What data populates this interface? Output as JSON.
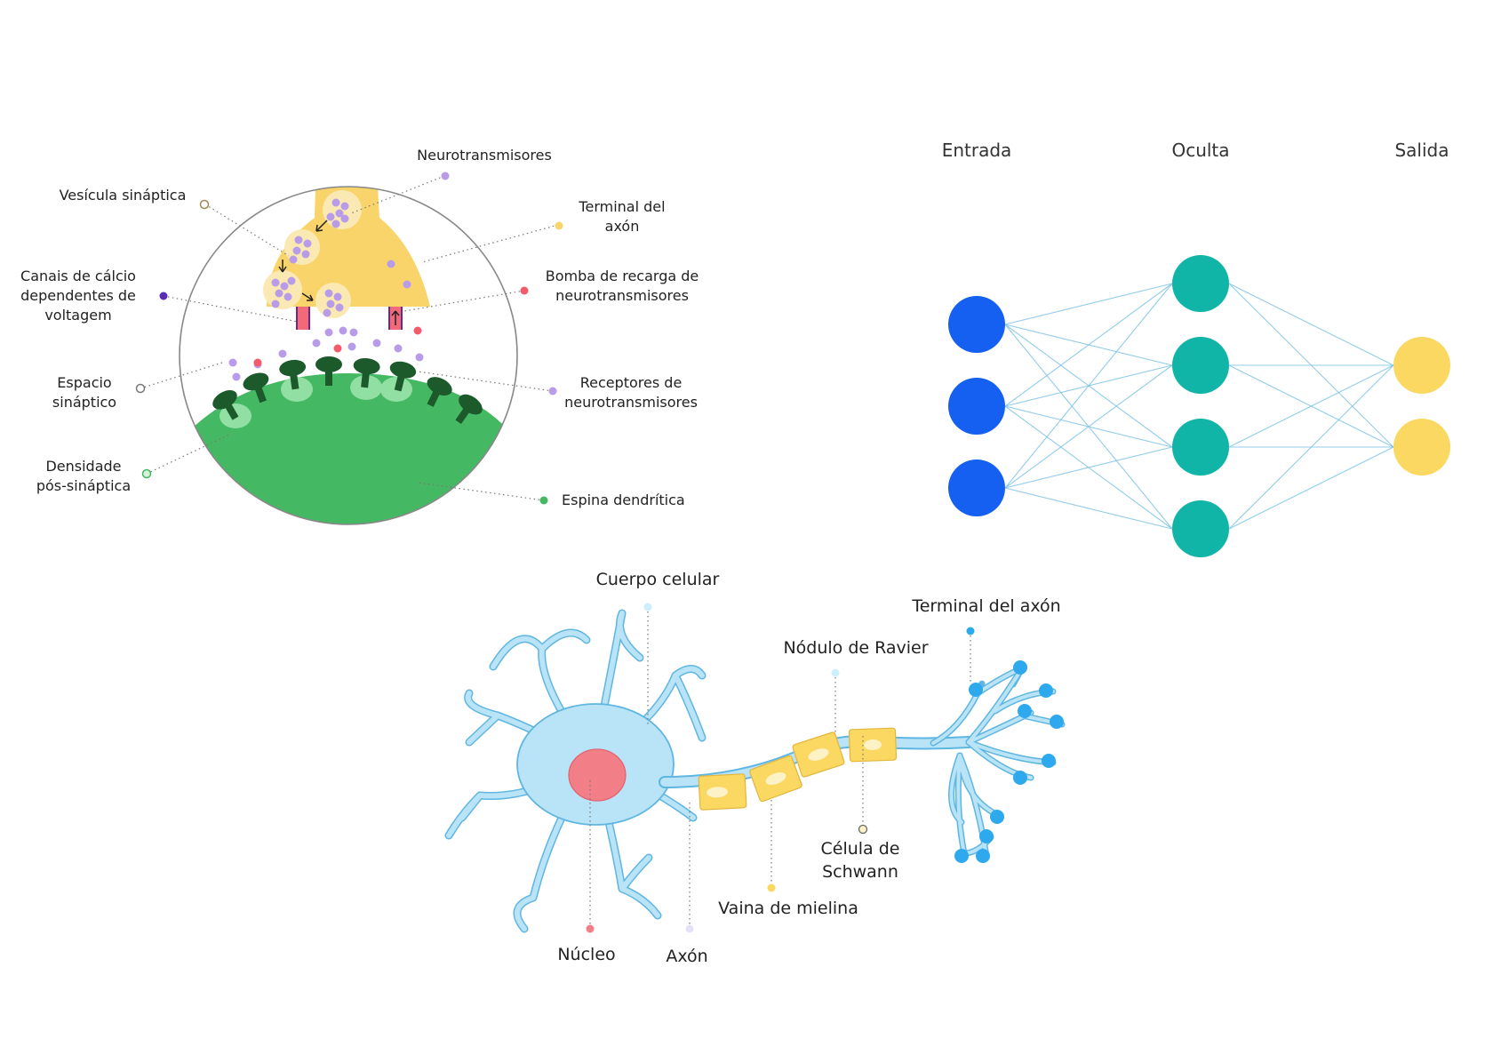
{
  "synapse": {
    "labels": {
      "neurotransmitters": "Neurotransmisores",
      "vesicle": "Vesícula sináptica",
      "terminal_line1": "Terminal del",
      "terminal_line2": "axón",
      "calcium_line1": "Canais de cálcio",
      "calcium_line2": "dependentes de",
      "calcium_line3": "voltagem",
      "pump_line1": "Bomba de recarga de",
      "pump_line2": "neurotransmisores",
      "cleft_line1": "Espacio",
      "cleft_line2": "sináptico",
      "receptors_line1": "Receptores de",
      "receptors_line2": "neurotransmisores",
      "density_line1": "Densidade",
      "density_line2": "pós-sináptica",
      "spine": "Espina dendrítica"
    },
    "colors": {
      "terminal": "#f9d46a",
      "spine": "#45b864",
      "receptor": "#1d5a2b",
      "vesicle": "#b89ce8",
      "pump_dot": "#f25c6a",
      "calcium_dot": "#5b2bb5",
      "outline": "#888888"
    }
  },
  "network": {
    "layers": [
      {
        "label": "Entrada",
        "nodes": 3,
        "color": "#1560f0"
      },
      {
        "label": "Oculta",
        "nodes": 4,
        "color": "#11b5a8"
      },
      {
        "label": "Salida",
        "nodes": 2,
        "color": "#fbd862"
      }
    ],
    "edge_color": "#7fc4e6"
  },
  "neuron": {
    "labels": {
      "cell_body": "Cuerpo celular",
      "axon_terminal": "Terminal del axón",
      "ranvier": "Nódulo de Ravier",
      "schwann_line1": "Célula de",
      "schwann_line2": "Schwann",
      "myelin": "Vaina de mielina",
      "nucleus": "Núcleo",
      "axon": "Axón"
    },
    "colors": {
      "body": "#b9e3f7",
      "outline": "#5fb6e0",
      "nucleus": "#f27f88",
      "myelin": "#fbd862",
      "terminal_dot": "#2ea9ee"
    }
  }
}
